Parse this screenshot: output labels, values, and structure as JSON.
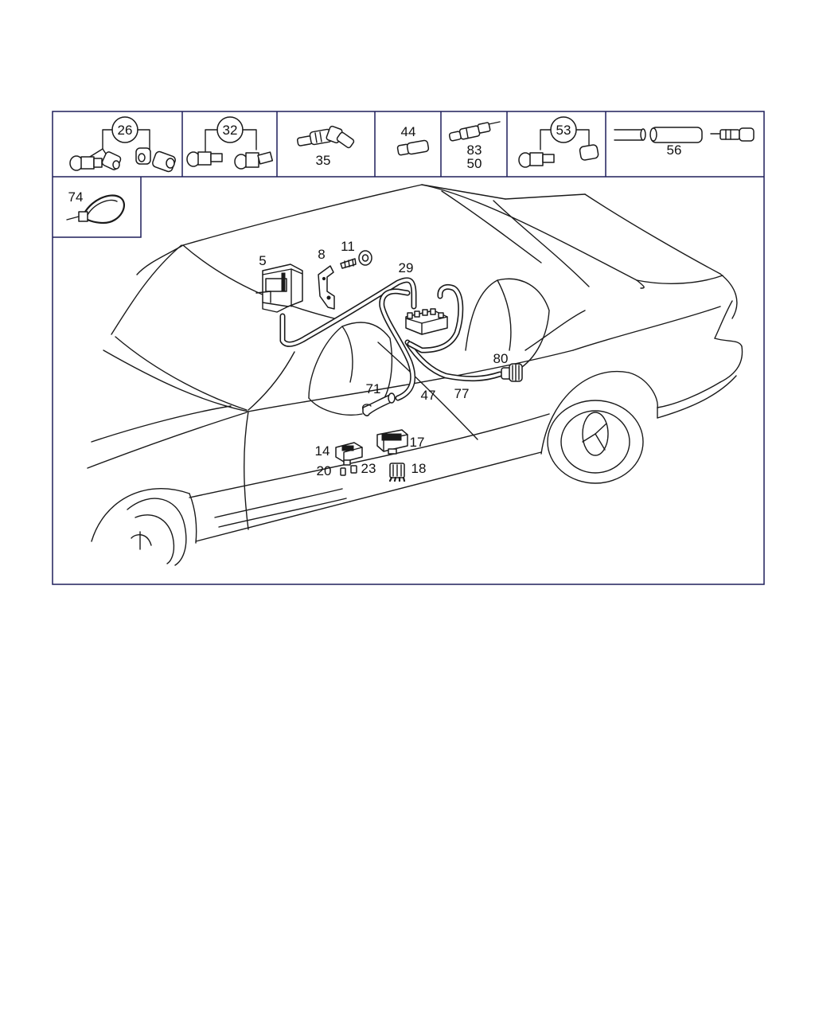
{
  "diagram": {
    "frame_color": "#1e1e5a",
    "line_color": "#1a1a1a",
    "callouts": {
      "p5": "5",
      "p8": "8",
      "p11": "11",
      "p14": "14",
      "p17": "17",
      "p18": "18",
      "p20": "20",
      "p23": "23",
      "p26": "26",
      "p29": "29",
      "p32": "32",
      "p35": "35",
      "p44": "44",
      "p47": "47",
      "p50": "50",
      "p53": "53",
      "p56": "56",
      "p71": "71",
      "p74": "74",
      "p77": "77",
      "p80": "80",
      "p83": "83"
    }
  }
}
